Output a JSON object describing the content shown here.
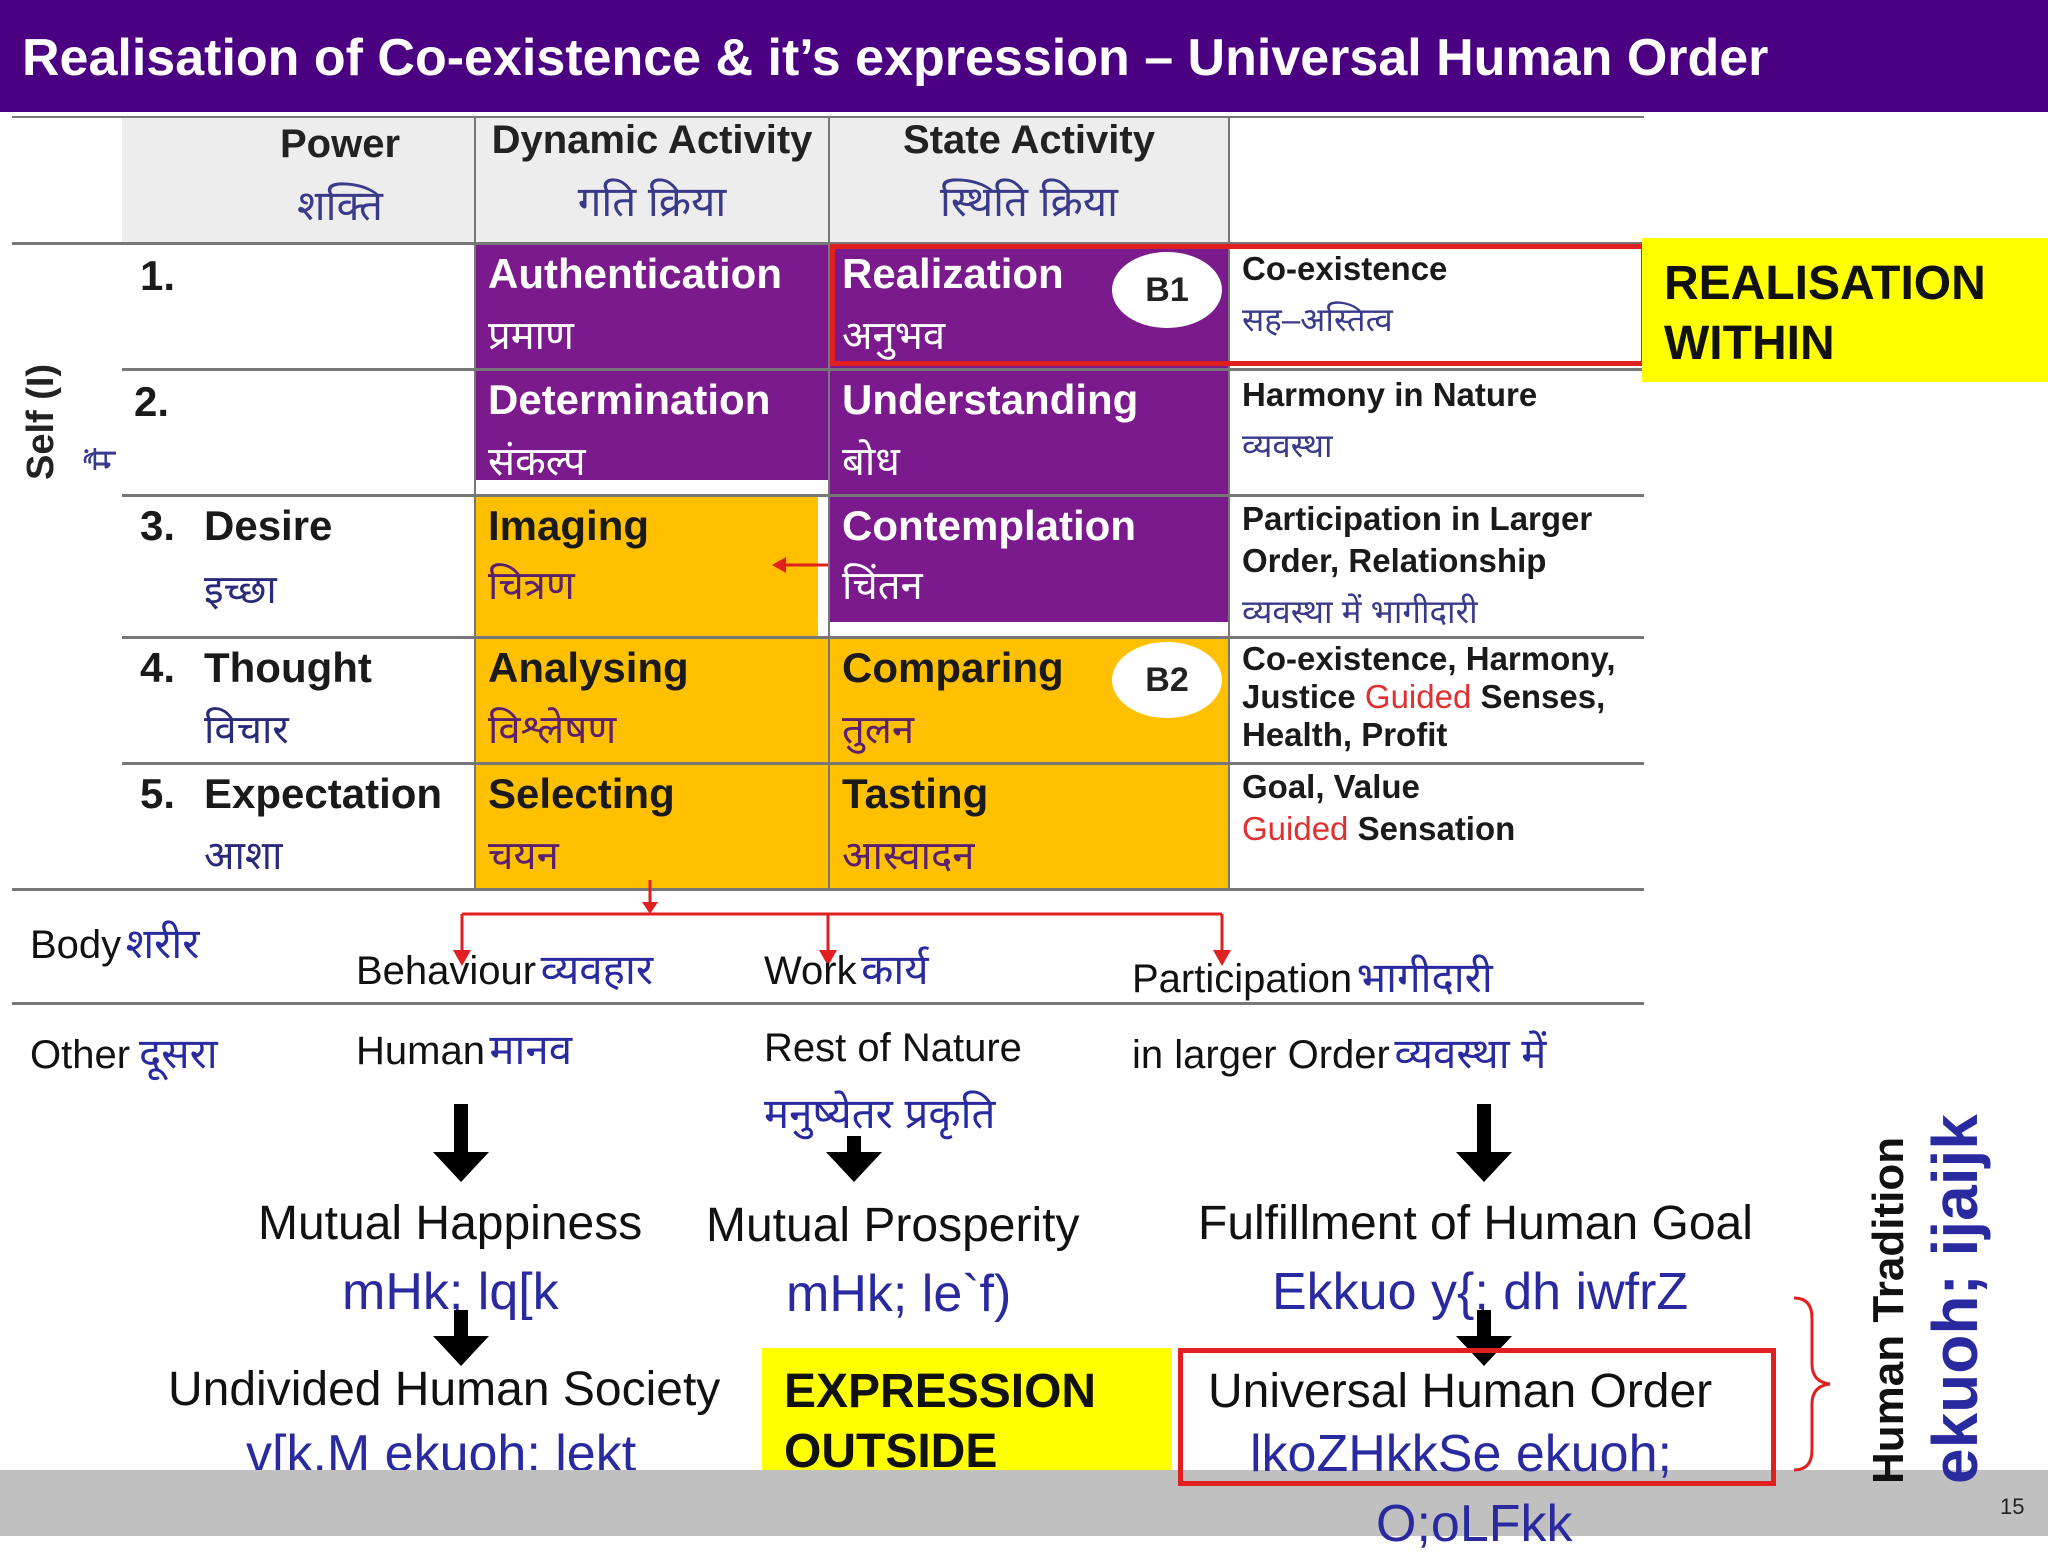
{
  "title": "Realisation of Co-existence & it’s expression – Universal Human Order",
  "headers": {
    "power_en": "Power",
    "power_hi": "शक्ति",
    "dynamic_en": "Dynamic Activity",
    "dynamic_hi": "गति क्रिया",
    "state_en": "State  Activity",
    "state_hi": "स्थिति क्रिया"
  },
  "self_label": "Self (I)",
  "self_hi": "मैं",
  "rows": [
    {
      "num": "1.",
      "power_en": "",
      "power_hi": "",
      "dyn_en": "Authentication",
      "dyn_hi": "प्रमाण",
      "state_en": "Realization",
      "state_hi": "अनुभव",
      "badge": "B1",
      "desc_en": "Co-existence",
      "desc_hi": "सह–अस्तित्व"
    },
    {
      "num": "2.",
      "power_en": "",
      "power_hi": "",
      "dyn_en": "Determination",
      "dyn_hi": "संकल्प",
      "state_en": "Understanding",
      "state_hi": "बोध",
      "desc_en": "Harmony in Nature",
      "desc_hi": "व्यवस्था"
    },
    {
      "num": "3.",
      "power_en": "Desire",
      "power_hi": "इच्छा",
      "dyn_en": "Imaging",
      "dyn_hi": "चित्रण",
      "state_en": "Contemplation",
      "state_hi": "चिंतन",
      "desc_en": "Participation in Larger",
      "desc_en2": "Order, Relationship",
      "desc_hi": "व्यवस्था में भागीदारी"
    },
    {
      "num": "4.",
      "power_en": "Thought",
      "power_hi": "विचार",
      "dyn_en": "Analysing",
      "dyn_hi": "विश्लेषण",
      "state_en": "Comparing",
      "state_hi": "तुलन",
      "badge": "B2",
      "desc_en": "Co-existence, Harmony,",
      "desc_en2a": "Justice ",
      "desc_red": "Guided",
      "desc_en2b": " Senses,",
      "desc_en3": "Health, Profit"
    },
    {
      "num": "5.",
      "power_en": "Expectation",
      "power_hi": "आशा",
      "dyn_en": "Selecting",
      "dyn_hi": "चयन",
      "state_en": "Tasting",
      "state_hi": "आस्वादन",
      "desc_en": "Goal, Value",
      "desc_red": "Guided",
      "desc_en2b": " Sensation"
    }
  ],
  "realisation_within": [
    "REALISATION",
    "WITHIN"
  ],
  "body": {
    "en": "Body",
    "hi": "शरीर"
  },
  "other": {
    "en": "Other",
    "hi": "दूसरा"
  },
  "behaviour": {
    "en": "Behaviour",
    "hi": "व्यवहार"
  },
  "work": {
    "en": "Work",
    "hi": "कार्य"
  },
  "participation": {
    "en": "Participation",
    "hi": "भागीदारी"
  },
  "human": {
    "en": "Human",
    "hi": "मानव"
  },
  "rest_nature": {
    "en": "Rest of Nature",
    "hi": "मनुष्येतर प्रकृति"
  },
  "larger_order": {
    "en": "in larger Order",
    "hi": "व्यवस्था में"
  },
  "outcomes": [
    {
      "en": "Mutual Happiness",
      "hi": "mHk; lq[k"
    },
    {
      "en": "Mutual Prosperity",
      "hi": "mHk; le`f)"
    },
    {
      "en": "Fulfillment of Human Goal",
      "hi": "Ekkuo y{; dh iwfrZ"
    }
  ],
  "society": {
    "en": "Undivided Human Society",
    "hi": "v[k.M ekuoh; lekt"
  },
  "expression_outside": [
    "EXPRESSION",
    "OUTSIDE"
  ],
  "universal_order": {
    "en": "Universal Human Order",
    "hi": "lkoZHkkSe ekuoh;",
    "hi2": "O;oLFkk"
  },
  "human_tradition": {
    "en": "Human Tradition",
    "hi": "ekuoh; ijaijk"
  },
  "page_number": "15",
  "colors": {
    "purple": "#7a1a8c",
    "orange": "#ffc000",
    "title_bg": "#4b0082",
    "yellow": "#ffff00",
    "red": "#e02020"
  }
}
